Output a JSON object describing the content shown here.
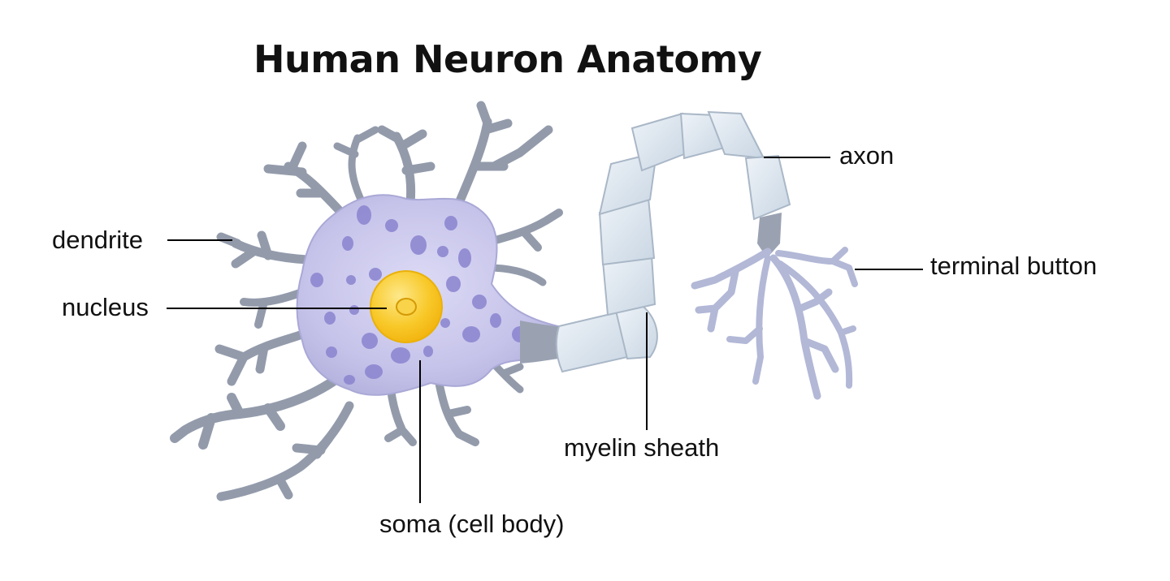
{
  "title": "Human Neuron Anatomy",
  "labels": {
    "dendrite": "dendrite",
    "nucleus": "nucleus",
    "soma": "soma (cell body)",
    "myelin_sheath": "myelin sheath",
    "axon": "axon",
    "terminal_button": "terminal button"
  },
  "colors": {
    "cell_body": "#c9c6ec",
    "dendrite_stroke": "#8f97a8",
    "myelin": "#dde7f0",
    "nucleus": "#f6c21a",
    "leader_line": "#000000"
  }
}
